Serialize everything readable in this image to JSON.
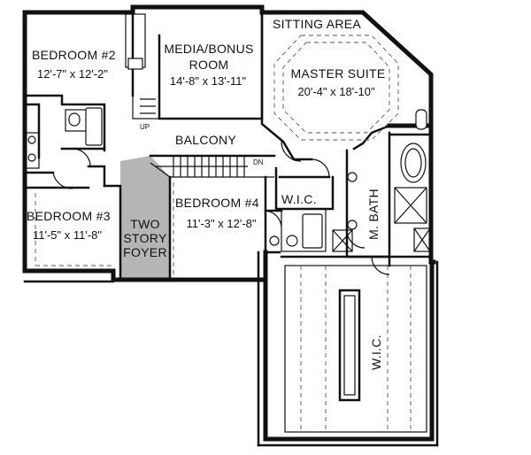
{
  "plan": {
    "bedroom2": {
      "name": "BEDROOM #2",
      "dims": "12'-7\" x 12'-2\""
    },
    "media": {
      "name_line1": "MEDIA/BONUS",
      "name_line2": "ROOM",
      "dims": "14'-8\" x 13'-11\""
    },
    "sitting": {
      "name": "SITTING AREA"
    },
    "master": {
      "name": "MASTER SUITE",
      "dims": "20'-4\" x 18'-10\""
    },
    "balcony": {
      "name": "BALCONY"
    },
    "stairs": {
      "up": "UP",
      "down": "DN"
    },
    "bedroom3": {
      "name": "BEDROOM #3",
      "dims": "11'-5\" x 11'-8\""
    },
    "foyer": {
      "line1": "TWO",
      "line2": "STORY",
      "line3": "FOYER"
    },
    "bedroom4": {
      "name": "BEDROOM #4",
      "dims": "11'-3\" x 12'-8\""
    },
    "wic_small": {
      "name": "W.I.C."
    },
    "mbath": {
      "name": "M. BATH"
    },
    "wic_large": {
      "name": "W.I.C."
    }
  },
  "colors": {
    "foyer_fill": "#b5b5b5",
    "wall": "#111111"
  }
}
